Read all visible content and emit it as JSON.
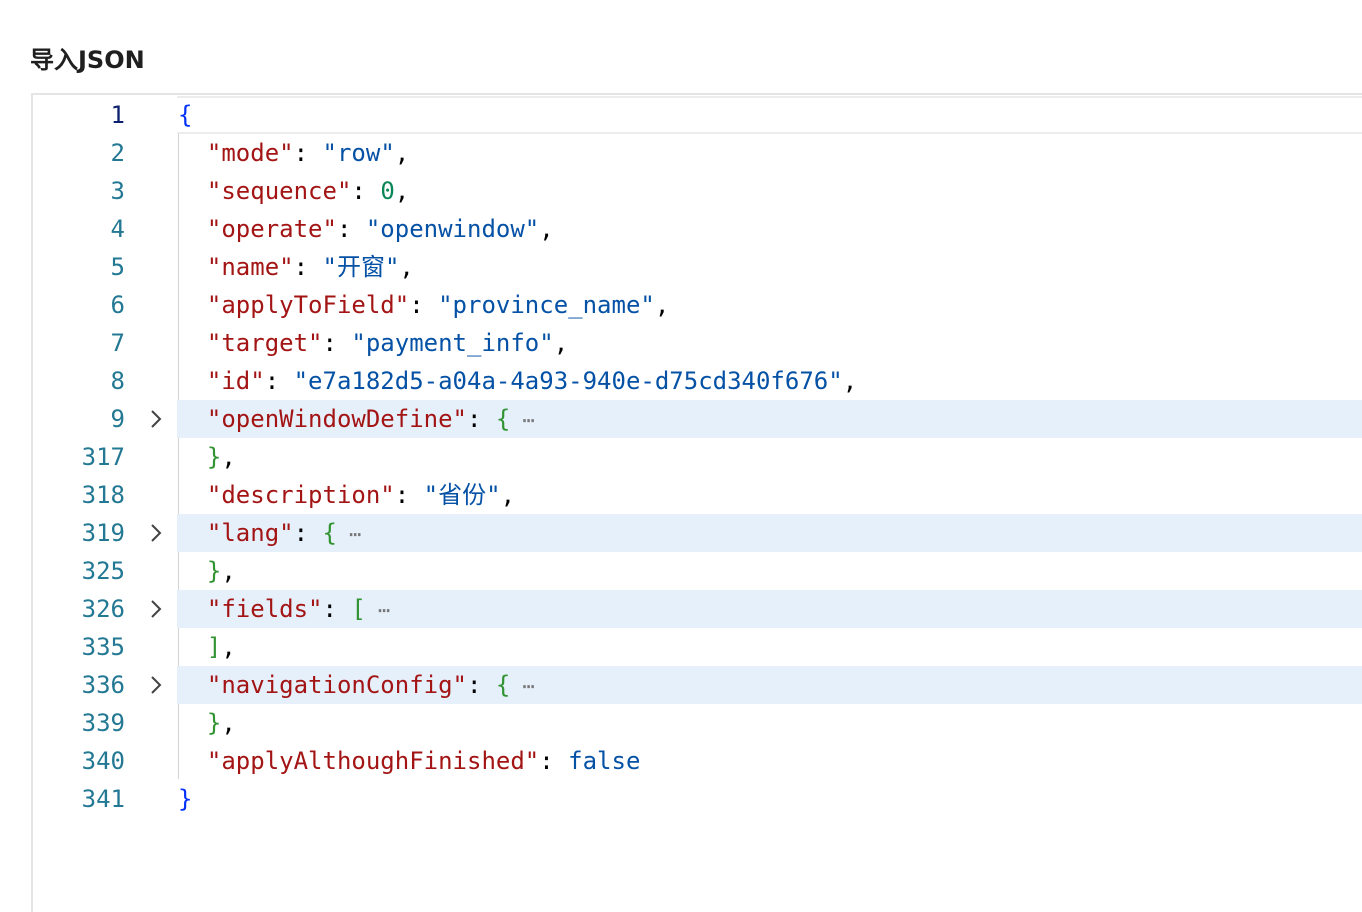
{
  "header": {
    "title": "导入JSON"
  },
  "editor": {
    "lines": [
      {
        "number": "1",
        "foldable": false,
        "folded": false,
        "current": true,
        "indent": 0,
        "tokens": [
          {
            "t": "{",
            "k": "brace"
          }
        ]
      },
      {
        "number": "2",
        "foldable": false,
        "folded": false,
        "current": false,
        "indent": 1,
        "tokens": [
          {
            "t": "\"mode\"",
            "k": "key"
          },
          {
            "t": ": ",
            "k": "punct"
          },
          {
            "t": "\"row\"",
            "k": "str"
          },
          {
            "t": ",",
            "k": "punct"
          }
        ]
      },
      {
        "number": "3",
        "foldable": false,
        "folded": false,
        "current": false,
        "indent": 1,
        "tokens": [
          {
            "t": "\"sequence\"",
            "k": "key"
          },
          {
            "t": ": ",
            "k": "punct"
          },
          {
            "t": "0",
            "k": "num"
          },
          {
            "t": ",",
            "k": "punct"
          }
        ]
      },
      {
        "number": "4",
        "foldable": false,
        "folded": false,
        "current": false,
        "indent": 1,
        "tokens": [
          {
            "t": "\"operate\"",
            "k": "key"
          },
          {
            "t": ": ",
            "k": "punct"
          },
          {
            "t": "\"openwindow\"",
            "k": "str"
          },
          {
            "t": ",",
            "k": "punct"
          }
        ]
      },
      {
        "number": "5",
        "foldable": false,
        "folded": false,
        "current": false,
        "indent": 1,
        "tokens": [
          {
            "t": "\"name\"",
            "k": "key"
          },
          {
            "t": ": ",
            "k": "punct"
          },
          {
            "t": "\"开窗\"",
            "k": "str"
          },
          {
            "t": ",",
            "k": "punct"
          }
        ]
      },
      {
        "number": "6",
        "foldable": false,
        "folded": false,
        "current": false,
        "indent": 1,
        "tokens": [
          {
            "t": "\"applyToField\"",
            "k": "key"
          },
          {
            "t": ": ",
            "k": "punct"
          },
          {
            "t": "\"province_name\"",
            "k": "str"
          },
          {
            "t": ",",
            "k": "punct"
          }
        ]
      },
      {
        "number": "7",
        "foldable": false,
        "folded": false,
        "current": false,
        "indent": 1,
        "tokens": [
          {
            "t": "\"target\"",
            "k": "key"
          },
          {
            "t": ": ",
            "k": "punct"
          },
          {
            "t": "\"payment_info\"",
            "k": "str"
          },
          {
            "t": ",",
            "k": "punct"
          }
        ]
      },
      {
        "number": "8",
        "foldable": false,
        "folded": false,
        "current": false,
        "indent": 1,
        "tokens": [
          {
            "t": "\"id\"",
            "k": "key"
          },
          {
            "t": ": ",
            "k": "punct"
          },
          {
            "t": "\"e7a182d5-a04a-4a93-940e-d75cd340f676\"",
            "k": "str"
          },
          {
            "t": ",",
            "k": "punct"
          }
        ]
      },
      {
        "number": "9",
        "foldable": true,
        "folded": true,
        "current": false,
        "indent": 1,
        "tokens": [
          {
            "t": "\"openWindowDefine\"",
            "k": "key"
          },
          {
            "t": ": ",
            "k": "punct"
          },
          {
            "t": "{",
            "k": "brace2"
          },
          {
            "t": " ⋯",
            "k": "ellipsis"
          }
        ]
      },
      {
        "number": "317",
        "foldable": false,
        "folded": false,
        "current": false,
        "indent": 1,
        "tokens": [
          {
            "t": "}",
            "k": "brace2"
          },
          {
            "t": ",",
            "k": "punct"
          }
        ]
      },
      {
        "number": "318",
        "foldable": false,
        "folded": false,
        "current": false,
        "indent": 1,
        "tokens": [
          {
            "t": "\"description\"",
            "k": "key"
          },
          {
            "t": ": ",
            "k": "punct"
          },
          {
            "t": "\"省份\"",
            "k": "str"
          },
          {
            "t": ",",
            "k": "punct"
          }
        ]
      },
      {
        "number": "319",
        "foldable": true,
        "folded": true,
        "current": false,
        "indent": 1,
        "tokens": [
          {
            "t": "\"lang\"",
            "k": "key"
          },
          {
            "t": ": ",
            "k": "punct"
          },
          {
            "t": "{",
            "k": "brace2"
          },
          {
            "t": " ⋯",
            "k": "ellipsis"
          }
        ]
      },
      {
        "number": "325",
        "foldable": false,
        "folded": false,
        "current": false,
        "indent": 1,
        "tokens": [
          {
            "t": "}",
            "k": "brace2"
          },
          {
            "t": ",",
            "k": "punct"
          }
        ]
      },
      {
        "number": "326",
        "foldable": true,
        "folded": true,
        "current": false,
        "indent": 1,
        "tokens": [
          {
            "t": "\"fields\"",
            "k": "key"
          },
          {
            "t": ": ",
            "k": "punct"
          },
          {
            "t": "[",
            "k": "brace2"
          },
          {
            "t": " ⋯",
            "k": "ellipsis"
          }
        ]
      },
      {
        "number": "335",
        "foldable": false,
        "folded": false,
        "current": false,
        "indent": 1,
        "tokens": [
          {
            "t": "]",
            "k": "brace2"
          },
          {
            "t": ",",
            "k": "punct"
          }
        ]
      },
      {
        "number": "336",
        "foldable": true,
        "folded": true,
        "current": false,
        "indent": 1,
        "tokens": [
          {
            "t": "\"navigationConfig\"",
            "k": "key"
          },
          {
            "t": ": ",
            "k": "punct"
          },
          {
            "t": "{",
            "k": "brace2"
          },
          {
            "t": " ⋯",
            "k": "ellipsis"
          }
        ]
      },
      {
        "number": "339",
        "foldable": false,
        "folded": false,
        "current": false,
        "indent": 1,
        "tokens": [
          {
            "t": "}",
            "k": "brace2"
          },
          {
            "t": ",",
            "k": "punct"
          }
        ]
      },
      {
        "number": "340",
        "foldable": false,
        "folded": false,
        "current": false,
        "indent": 1,
        "tokens": [
          {
            "t": "\"applyAlthoughFinished\"",
            "k": "key"
          },
          {
            "t": ": ",
            "k": "punct"
          },
          {
            "t": "false",
            "k": "kw"
          }
        ]
      },
      {
        "number": "341",
        "foldable": false,
        "folded": false,
        "current": false,
        "indent": 0,
        "tokens": [
          {
            "t": "}",
            "k": "brace"
          }
        ]
      }
    ],
    "fold_icon": "chevron-right-icon",
    "colors": {
      "key": "#a31515",
      "string": "#0451a5",
      "number": "#098658",
      "keyword": "#0451a5",
      "outer_brace": "#0431fa",
      "inner_bracket": "#319331",
      "line_number": "#237893",
      "folded_line_background": "#e6f0fb"
    }
  }
}
